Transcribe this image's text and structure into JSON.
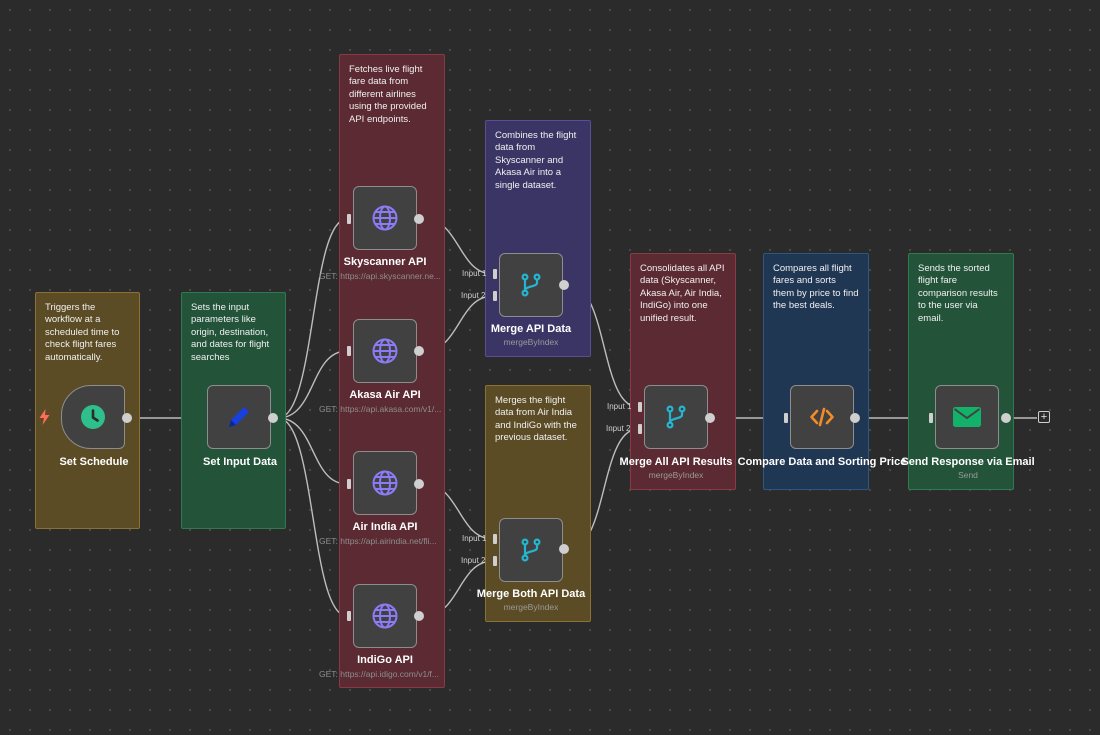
{
  "stickies": {
    "schedule": "Triggers the workflow at a scheduled time to check flight fares automatically.",
    "input": "Sets the input parameters like origin, destination, and dates for flight searches",
    "apis": "Fetches live flight fare data from different airlines using the provided API endpoints.",
    "merge_api": "Combines the flight data from Skyscanner and Akasa Air into a single dataset.",
    "merge_both": "Merges the flight data from Air India and IndiGo with the previous dataset.",
    "merge_all": "Consolidates all API data (Skyscanner, Akasa Air, Air India, IndiGo) into one unified result.",
    "compare": "Compares all flight fares and sorts them by price to find the best deals.",
    "send": "Sends the sorted flight fare comparison results to the user via email."
  },
  "nodes": {
    "set_schedule": {
      "title": "Set Schedule",
      "icon": "clock-icon"
    },
    "set_input": {
      "title": "Set Input Data",
      "icon": "pencil-icon"
    },
    "skyscanner": {
      "title": "Skyscanner API",
      "url": "GET: https://api.skyscanner.ne...",
      "icon": "globe-icon"
    },
    "akasa": {
      "title": "Akasa Air API",
      "url": "GET: https://api.akasa.com/v1/...",
      "icon": "globe-icon"
    },
    "airindia": {
      "title": "Air India API",
      "url": "GET: https://api.airindia.net/fli...",
      "icon": "globe-icon"
    },
    "indigo": {
      "title": "IndiGo API",
      "url": "GET: https://api.idigo.com/v1/f...",
      "icon": "globe-icon"
    },
    "merge_api": {
      "title": "Merge API Data",
      "subtitle": "mergeByIndex",
      "icon": "merge-icon"
    },
    "merge_both": {
      "title": "Merge Both API Data",
      "subtitle": "mergeByIndex",
      "icon": "merge-icon"
    },
    "merge_all": {
      "title": "Merge All API Results",
      "subtitle": "mergeByIndex",
      "icon": "merge-icon"
    },
    "compare": {
      "title": "Compare Data and Sorting Price",
      "icon": "code-icon"
    },
    "send": {
      "title": "Send Response via Email",
      "subtitle": "Send",
      "icon": "envelope-icon"
    }
  },
  "ports": {
    "input1": "Input 1",
    "input2": "Input 2"
  },
  "add_button": "+",
  "colors": {
    "canvas": "#2b2b2b",
    "node": "#414141",
    "globe": "#8b7cf6",
    "merge": "#26b5d0",
    "clock": "#2fbf8c",
    "pencil": "#1a3fe0",
    "code": "#f28c28",
    "envelope": "#13b26b",
    "trigger_bolt": "#ff6d5a"
  }
}
